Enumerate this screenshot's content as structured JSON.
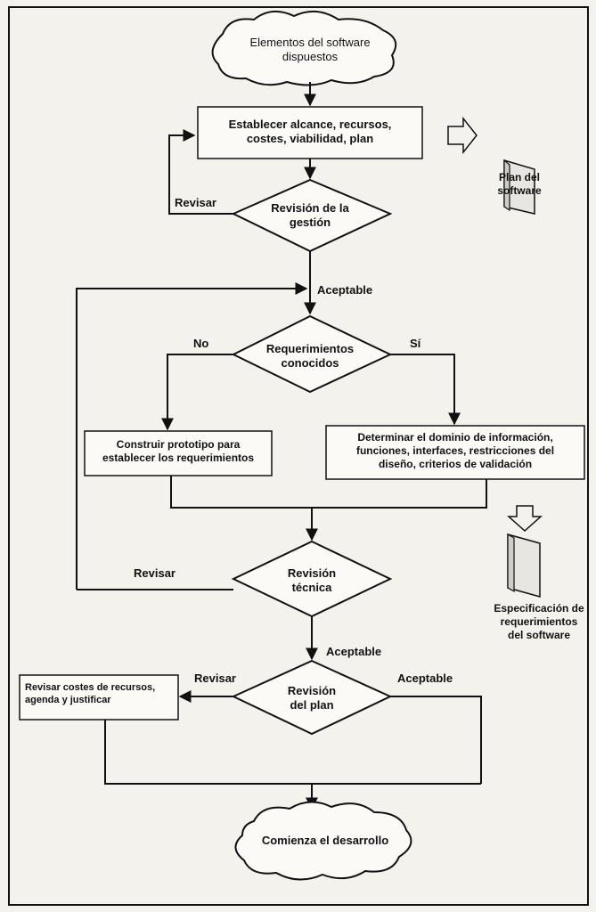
{
  "start": {
    "line1": "Elementos del software",
    "line2": "dispuestos"
  },
  "establish": {
    "line1": "Establecer alcance, recursos,",
    "line2": "costes, viabilidad, plan"
  },
  "plan_doc": {
    "line1": "Plan del",
    "line2": "software"
  },
  "mgmt_review": {
    "line1": "Revisión de la",
    "line2": "gestión"
  },
  "mgmt_revise_label": "Revisar",
  "acceptable_1": "Aceptable",
  "req_known": {
    "line1": "Requerimientos",
    "line2": "conocidos"
  },
  "no_label": "No",
  "yes_label": "Sí",
  "prototype": {
    "line1": "Construir prototipo para",
    "line2": "establecer los requerimientos"
  },
  "determine": {
    "line1": "Determinar el dominio de información,",
    "line2": "funciones, interfaces, restricciones del",
    "line3": "diseño, criterios de validación"
  },
  "tech_revise_label": "Revisar",
  "tech_review": {
    "line1": "Revisión",
    "line2": "técnica"
  },
  "spec_doc": {
    "line1": "Especificación de",
    "line2": "requerimientos",
    "line3": "del software"
  },
  "acceptable_2": "Aceptable",
  "plan_revise_label": "Revisar",
  "plan_acceptable_label": "Aceptable",
  "plan_review": {
    "line1": "Revisión",
    "line2": "del plan"
  },
  "revise_costs": {
    "line1": "Revisar costes de recursos,",
    "line2": "agenda y justificar"
  },
  "end": {
    "line": "Comienza el desarrollo"
  },
  "colors": {
    "ink": "#111111",
    "paper": "#f4f2ec",
    "box_fill": "#fbfaf6"
  }
}
